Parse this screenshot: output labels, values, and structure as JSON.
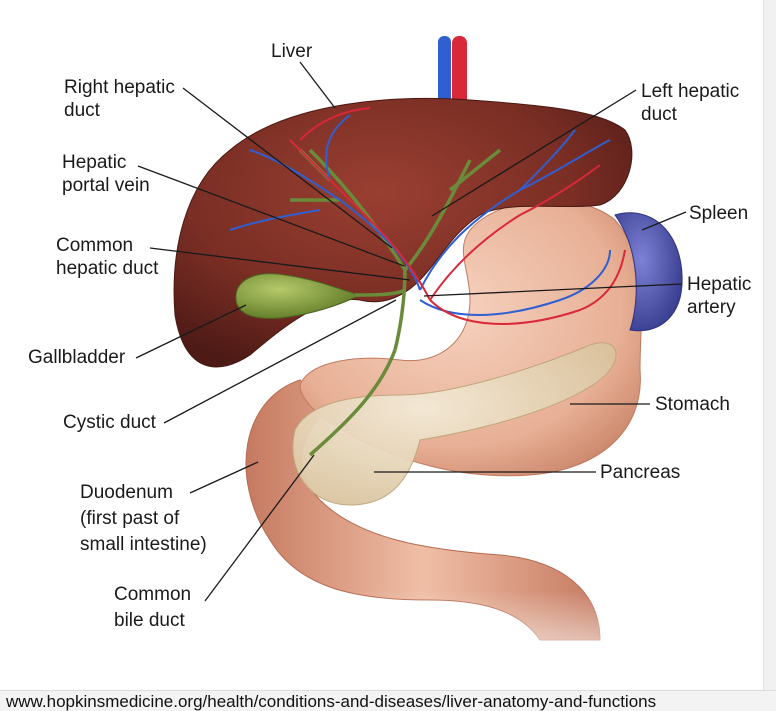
{
  "labels": {
    "liver": "Liver",
    "right_hepatic_duct": [
      "Right hepatic",
      "duct"
    ],
    "hepatic_portal_vein": [
      "Hepatic",
      "portal vein"
    ],
    "common_hepatic_duct": [
      "Common",
      "hepatic duct"
    ],
    "gallbladder": "Gallbladder",
    "cystic_duct": "Cystic duct",
    "duodenum": [
      "Duodenum",
      "(first past of",
      "small intestine)"
    ],
    "common_bile_duct": [
      "Common",
      "bile duct"
    ],
    "left_hepatic_duct": [
      "Left hepatic",
      "duct"
    ],
    "spleen": "Spleen",
    "hepatic_artery": [
      "Hepatic",
      "artery"
    ],
    "stomach": "Stomach",
    "pancreas": "Pancreas"
  },
  "source_url": "www.hopkinsmedicine.org/health/conditions-and-diseases/liver-anatomy-and-functions",
  "colors": {
    "liver": "#7a2e24",
    "stomach": "#e9b59c",
    "pancreas": "#eddcc0",
    "gallbladder": "#7f9b3a",
    "spleen": "#4a4fa6",
    "vein_blue": "#2f5fd0",
    "artery_red": "#d8283a",
    "bile_green": "#6a8c3a"
  }
}
